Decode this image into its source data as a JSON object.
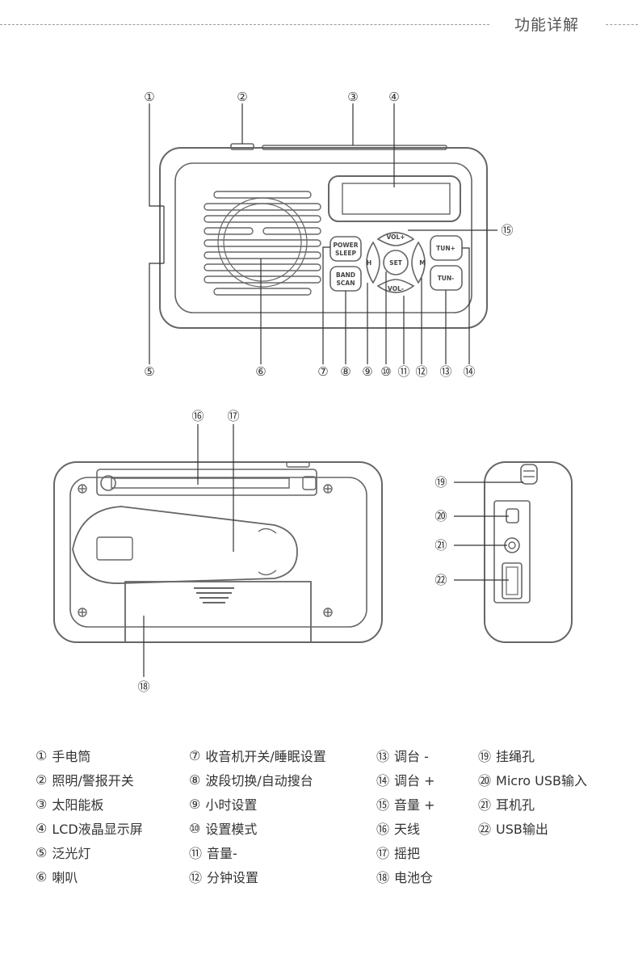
{
  "header": {
    "title": "功能详解"
  },
  "colors": {
    "outline": "#666666",
    "callout": "#333333",
    "dash": "#9a9a9a"
  },
  "radio_front": {
    "buttons": {
      "power_sleep": [
        "POWER",
        "SLEEP"
      ],
      "band_scan": [
        "BAND",
        "SCAN"
      ],
      "vol_plus": "VOL+",
      "vol_minus": "VOL-",
      "h": "H",
      "m": "M",
      "set": "SET",
      "tun_plus": "TUN+",
      "tun_minus": "TUN-"
    },
    "callouts_top": [
      "①",
      "②",
      "③",
      "④"
    ],
    "callout_right": "⑮",
    "callouts_bottom": [
      "⑤",
      "⑥",
      "⑦",
      "⑧",
      "⑨",
      "⑩",
      "⑪",
      "⑫",
      "⑬",
      "⑭"
    ]
  },
  "radio_back": {
    "callouts": [
      "⑯",
      "⑰",
      "⑱"
    ]
  },
  "radio_side": {
    "callouts": [
      "⑲",
      "⑳",
      "㉑",
      "㉒"
    ]
  },
  "legend": {
    "columns": [
      [
        {
          "num": "①",
          "label": "手电筒"
        },
        {
          "num": "②",
          "label": "照明/警报开关"
        },
        {
          "num": "③",
          "label": "太阳能板"
        },
        {
          "num": "④",
          "label": "LCD液晶显示屏"
        },
        {
          "num": "⑤",
          "label": "泛光灯"
        },
        {
          "num": "⑥",
          "label": "喇叭"
        }
      ],
      [
        {
          "num": "⑦",
          "label": "收音机开关/睡眠设置"
        },
        {
          "num": "⑧",
          "label": "波段切换/自动搜台"
        },
        {
          "num": "⑨",
          "label": "小时设置"
        },
        {
          "num": "⑩",
          "label": "设置模式"
        },
        {
          "num": "⑪",
          "label": "音量-"
        },
        {
          "num": "⑫",
          "label": "分钟设置"
        }
      ],
      [
        {
          "num": "⑬",
          "label": "调台 -"
        },
        {
          "num": "⑭",
          "label": "调台 +"
        },
        {
          "num": "⑮",
          "label": "音量 +"
        },
        {
          "num": "⑯",
          "label": "天线"
        },
        {
          "num": "⑰",
          "label": "摇把"
        },
        {
          "num": "⑱",
          "label": "电池仓"
        }
      ],
      [
        {
          "num": "⑲",
          "label": "挂绳孔"
        },
        {
          "num": "⑳",
          "label": "Micro USB输入"
        },
        {
          "num": "㉑",
          "label": "耳机孔"
        },
        {
          "num": "㉒",
          "label": "USB输出"
        }
      ]
    ]
  }
}
